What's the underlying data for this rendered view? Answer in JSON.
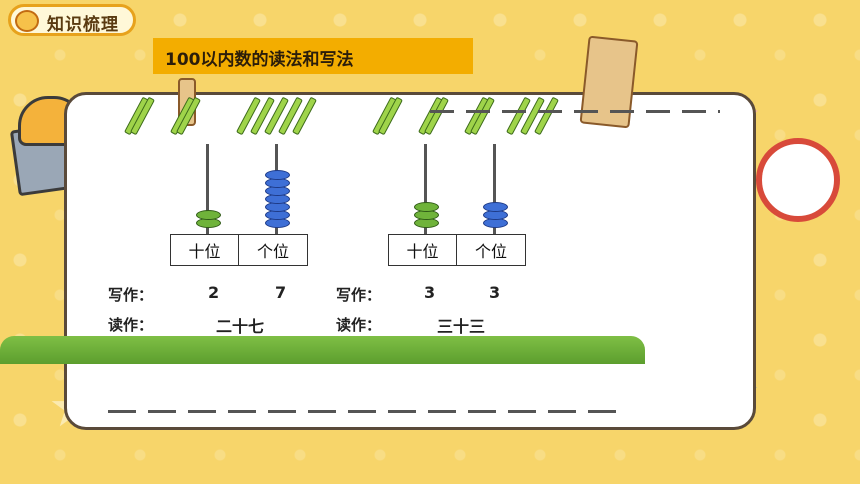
{
  "header": {
    "title": "知识梳理"
  },
  "topic": {
    "title": "100以内数的读法和写法"
  },
  "left_abacus": {
    "tens_label": "十位",
    "ones_label": "个位",
    "tens_beads": 2,
    "ones_beads": 7,
    "bead_colors": {
      "tens": "#6fb33a",
      "ones": "#3e6fd6"
    }
  },
  "right_abacus": {
    "tens_label": "十位",
    "ones_label": "个位",
    "tens_beads": 3,
    "ones_beads": 3
  },
  "writing": {
    "label_left": "写作：",
    "tens_left": "2",
    "ones_left": "7",
    "label_right": "写作：",
    "tens_right": "3",
    "ones_right": "3"
  },
  "reading": {
    "label_left": "读作：",
    "value_left": "二十七",
    "label_right": "读作：",
    "value_right": "三十三"
  },
  "colors": {
    "banner_accent": "#f3ad00",
    "header_border": "#e7a21c",
    "background": "#f7d56a"
  }
}
